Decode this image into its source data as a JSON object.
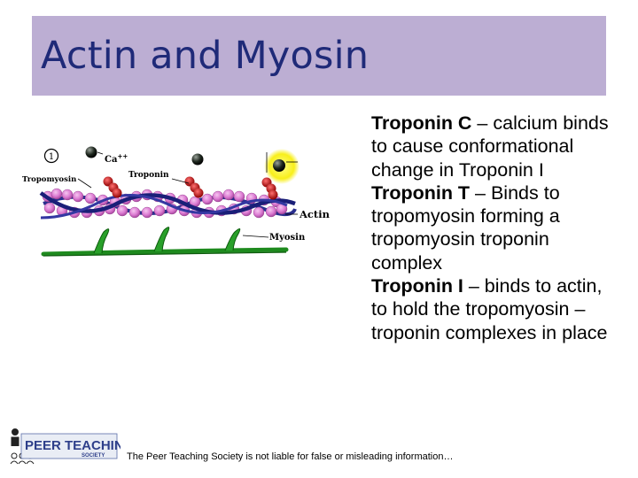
{
  "slide": {
    "title": "Actin and Myosin",
    "colors": {
      "title_bar": "#bcaed3",
      "title_text": "#1f2a78"
    }
  },
  "diagram": {
    "step_marker": "1",
    "labels": {
      "calcium": "Ca",
      "calcium_charge": "++",
      "tropomyosin": "Tropomyosin",
      "troponin": "Troponin",
      "actin": "Actin",
      "myosin": "Myosin"
    }
  },
  "content": {
    "items": [
      {
        "term": "Troponin C",
        "text": " – calcium binds to cause conformational change in Troponin I"
      },
      {
        "term": "Troponin T",
        "text": " – Binds to tropomyosin forming a tropomyosin troponin complex"
      },
      {
        "term": "Troponin I",
        "text": " – binds to actin, to hold the tropomyosin – troponin complexes in place"
      }
    ]
  },
  "footer": {
    "logo": {
      "line1": "PEER TEACHING",
      "line2": "SOCIETY"
    },
    "disclaimer": "The Peer Teaching Society is not liable for false or misleading information…"
  }
}
